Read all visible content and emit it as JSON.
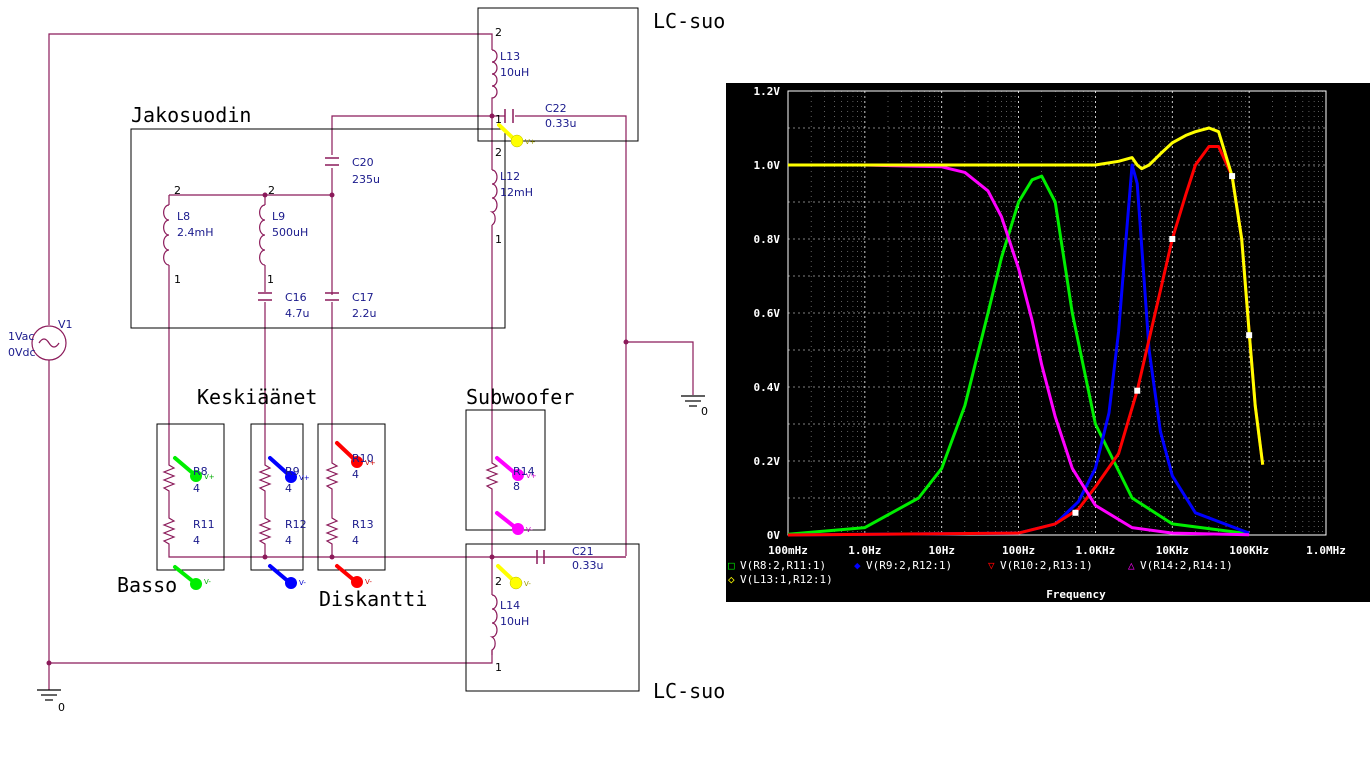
{
  "labels": {
    "lc_top": "LC-suodin",
    "lc_bottom": "LC-suodin",
    "jakosuodin": "Jakosuodin",
    "keskiaanet": "Keskiäänet",
    "subwoofer": "Subwoofer",
    "basso": "Basso",
    "diskantti": "Diskantti"
  },
  "components": {
    "V1": {
      "name": "V1",
      "ac": "1Vac",
      "dc": "0Vdc"
    },
    "L13": {
      "name": "L13",
      "value": "10uH"
    },
    "C22": {
      "name": "C22",
      "value": "0.33u"
    },
    "L12": {
      "name": "L12",
      "value": "12mH"
    },
    "C20": {
      "name": "C20",
      "value": "235u"
    },
    "L8": {
      "name": "L8",
      "value": "2.4mH"
    },
    "L9": {
      "name": "L9",
      "value": "500uH"
    },
    "C16": {
      "name": "C16",
      "value": "4.7u"
    },
    "C17": {
      "name": "C17",
      "value": "2.2u"
    },
    "R8": {
      "name": "R8",
      "value": "4"
    },
    "R9": {
      "name": "R9",
      "value": "4"
    },
    "R10": {
      "name": "R10",
      "value": "4"
    },
    "R11": {
      "name": "R11",
      "value": "4"
    },
    "R12": {
      "name": "R12",
      "value": "4"
    },
    "R13": {
      "name": "R13",
      "value": "4"
    },
    "R14": {
      "name": "R14",
      "value": "8"
    },
    "C21": {
      "name": "C21",
      "value": "0.33u"
    },
    "L14": {
      "name": "L14",
      "value": "10uH"
    }
  },
  "ground_label": "0",
  "probe_labels": {
    "plus": "V+",
    "minus": "V-"
  },
  "pin_labels": {
    "one": "1",
    "two": "2"
  },
  "colors": {
    "wire": "#8b1a5a",
    "green": "#00ee00",
    "blue": "#0000ff",
    "red": "#ff0000",
    "magenta": "#ff00ff",
    "yellow": "#ffff00"
  },
  "chart_data": {
    "type": "line",
    "xscale": "log",
    "xlim": [
      0.1,
      1000000
    ],
    "ylim": [
      0,
      1.2
    ],
    "xlabel": "Frequency",
    "xticks": [
      "100mHz",
      "1.0Hz",
      "10Hz",
      "100Hz",
      "1.0KHz",
      "10KHz",
      "100KHz",
      "1.0MHz"
    ],
    "yticks": [
      "0V",
      "0.2V",
      "0.4V",
      "0.6V",
      "0.8V",
      "1.0V",
      "1.2V"
    ],
    "grid": true,
    "series": [
      {
        "name": "V(R8:2,R11:1)",
        "marker": "□",
        "color": "#00ee00",
        "x": [
          0.1,
          1,
          5,
          10,
          20,
          40,
          60,
          100,
          150,
          200,
          300,
          500,
          1000,
          3000,
          10000,
          100000
        ],
        "y": [
          0.002,
          0.02,
          0.1,
          0.18,
          0.35,
          0.6,
          0.75,
          0.9,
          0.96,
          0.97,
          0.9,
          0.6,
          0.3,
          0.1,
          0.03,
          0.003
        ]
      },
      {
        "name": "V(R9:2,R12:1)",
        "marker": "◆",
        "color": "#0000ff",
        "x": [
          0.1,
          100,
          300,
          600,
          1000,
          1500,
          2000,
          2500,
          3000,
          3500,
          4000,
          5000,
          7000,
          10000,
          20000,
          100000
        ],
        "y": [
          0,
          0.005,
          0.03,
          0.09,
          0.18,
          0.33,
          0.55,
          0.8,
          1.0,
          0.95,
          0.78,
          0.5,
          0.28,
          0.16,
          0.06,
          0.005
        ]
      },
      {
        "name": "V(R10:2,R13:1)",
        "marker": "▽",
        "color": "#ff0000",
        "x": [
          0.1,
          100,
          300,
          600,
          1000,
          2000,
          3500,
          6000,
          10000,
          15000,
          20000,
          30000,
          40000,
          60000,
          80000,
          100000,
          120000,
          150000
        ],
        "y": [
          0,
          0.005,
          0.03,
          0.07,
          0.13,
          0.22,
          0.39,
          0.6,
          0.8,
          0.92,
          1.0,
          1.05,
          1.05,
          0.97,
          0.8,
          0.55,
          0.35,
          0.19
        ]
      },
      {
        "name": "V(R14:2,R14:1)",
        "marker": "△",
        "color": "#ff00ff",
        "x": [
          0.1,
          1,
          10,
          20,
          40,
          60,
          100,
          150,
          200,
          300,
          500,
          1000,
          3000,
          10000,
          100000
        ],
        "y": [
          1.0,
          1.0,
          0.995,
          0.98,
          0.93,
          0.86,
          0.72,
          0.58,
          0.46,
          0.32,
          0.18,
          0.08,
          0.02,
          0.005,
          0.0005
        ]
      },
      {
        "name": "V(L13:1,R12:1)",
        "marker": "◇",
        "color": "#ffff00",
        "x": [
          0.1,
          100,
          300,
          600,
          1000,
          2000,
          3000,
          3500,
          4000,
          5000,
          7000,
          10000,
          15000,
          20000,
          30000,
          40000,
          60000,
          80000,
          100000,
          120000,
          150000
        ],
        "y": [
          1.0,
          1.0,
          1.0,
          1.0,
          1.0,
          1.01,
          1.02,
          1.0,
          0.99,
          1.0,
          1.03,
          1.06,
          1.08,
          1.09,
          1.1,
          1.09,
          0.97,
          0.8,
          0.55,
          0.35,
          0.19
        ]
      }
    ]
  }
}
